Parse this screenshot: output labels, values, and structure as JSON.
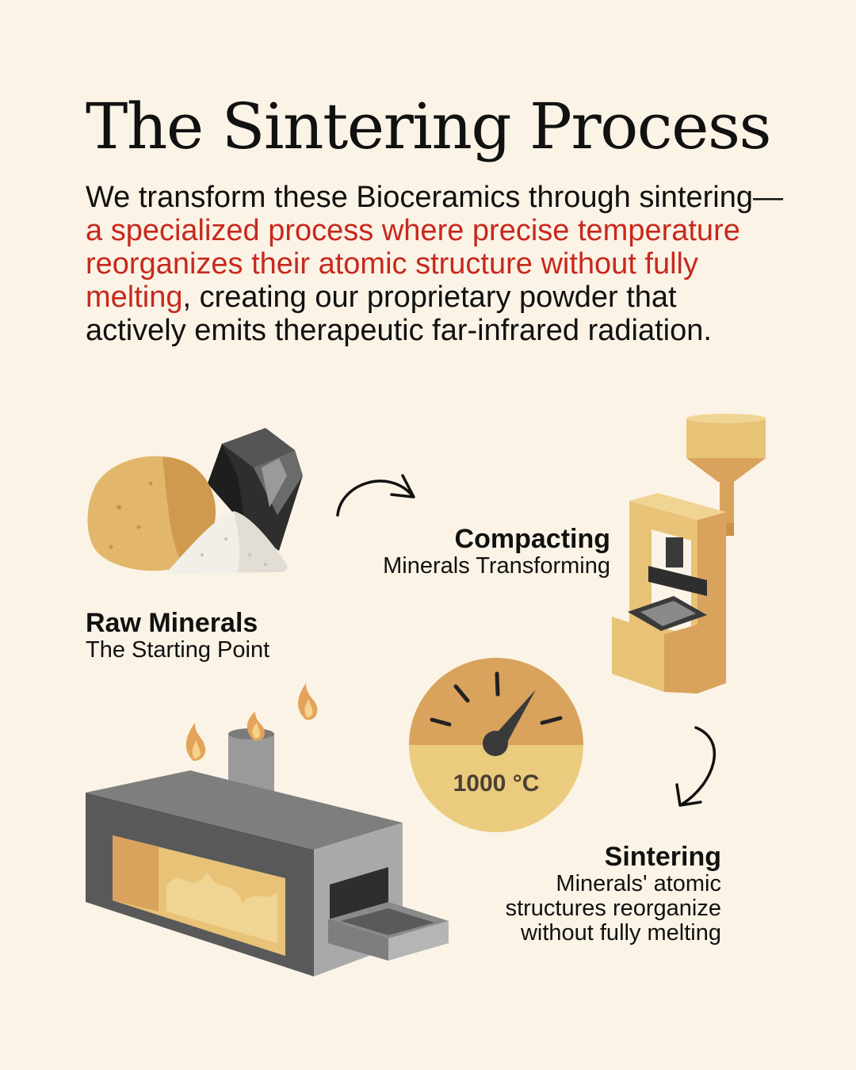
{
  "title": "The Sintering Process",
  "intro": {
    "before": "We transform these Bioceramics through sintering—",
    "highlight": "a specialized process where precise temperature reorganizes their atomic structure without fully melting",
    "after": ", creating our proprietary powder that actively emits therapeutic far-infrared radiation."
  },
  "steps": {
    "raw": {
      "heading": "Raw Minerals",
      "subtitle": "The Starting Point"
    },
    "compacting": {
      "heading": "Compacting",
      "subtitle": "Minerals Transforming"
    },
    "sintering": {
      "heading": "Sintering",
      "subtitle": "Minerals' atomic structures reorganize without fully melting"
    }
  },
  "dial": {
    "temperature": "1000 °C"
  },
  "colors": {
    "background": "#FBF3E6",
    "highlight": "#C8281D",
    "gold": "#E8C277",
    "amber": "#D9A35D",
    "charcoal": "#3E3E3E",
    "gray": "#9A9A9A"
  },
  "icons": [
    "raw-minerals-illustration",
    "hydraulic-press-illustration",
    "temperature-dial-illustration",
    "sintering-furnace-illustration",
    "flame-icon",
    "curved-arrow-icon"
  ]
}
